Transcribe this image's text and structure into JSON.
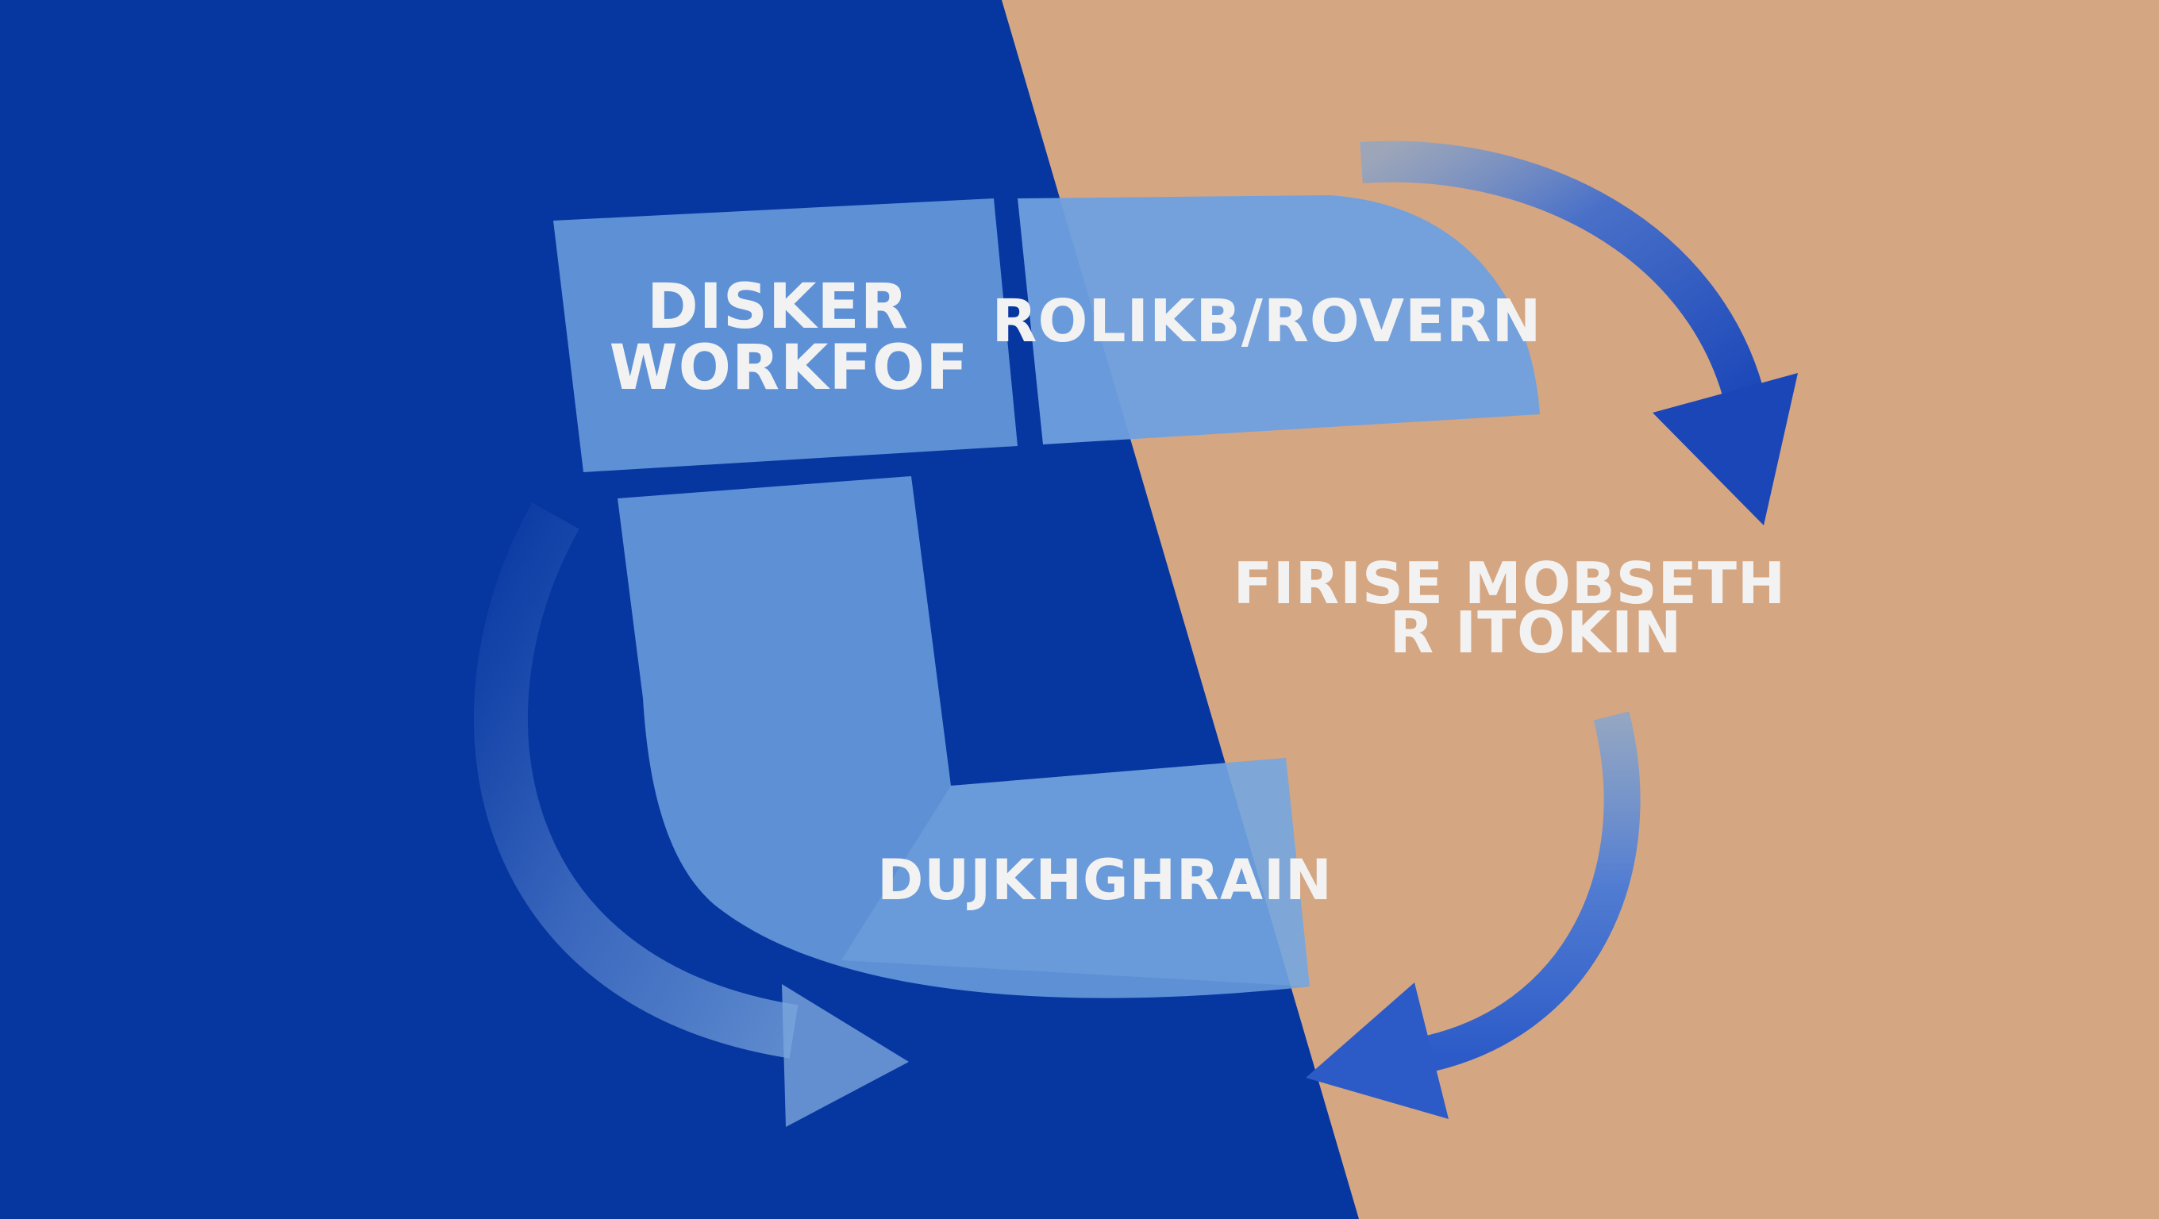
{
  "colors": {
    "left_background": "#0636a0",
    "right_background": "#d5a682",
    "box_fill": "#6fa0df",
    "label_text": "#f2f2f2",
    "arrow_blue": "#2c5bc8",
    "arrow_light": "#78a6dd"
  },
  "nodes": {
    "disker": {
      "line1": "DISKER",
      "line2": "WORKFOF"
    },
    "rolikb": {
      "label": "ROLIKB/ROVERN"
    },
    "firise": {
      "line1": "FIRISE MOBSETH",
      "line2": "R ITOKIN"
    },
    "dujkh": {
      "label": "DUJKHGHRAIN"
    }
  },
  "arrows": [
    {
      "name": "top-right-arrow",
      "icon": "curved-arrow-down-icon"
    },
    {
      "name": "lower-right-arrow",
      "icon": "curved-arrow-down-left-icon"
    },
    {
      "name": "left-arrow",
      "icon": "curved-arrow-right-icon"
    }
  ]
}
